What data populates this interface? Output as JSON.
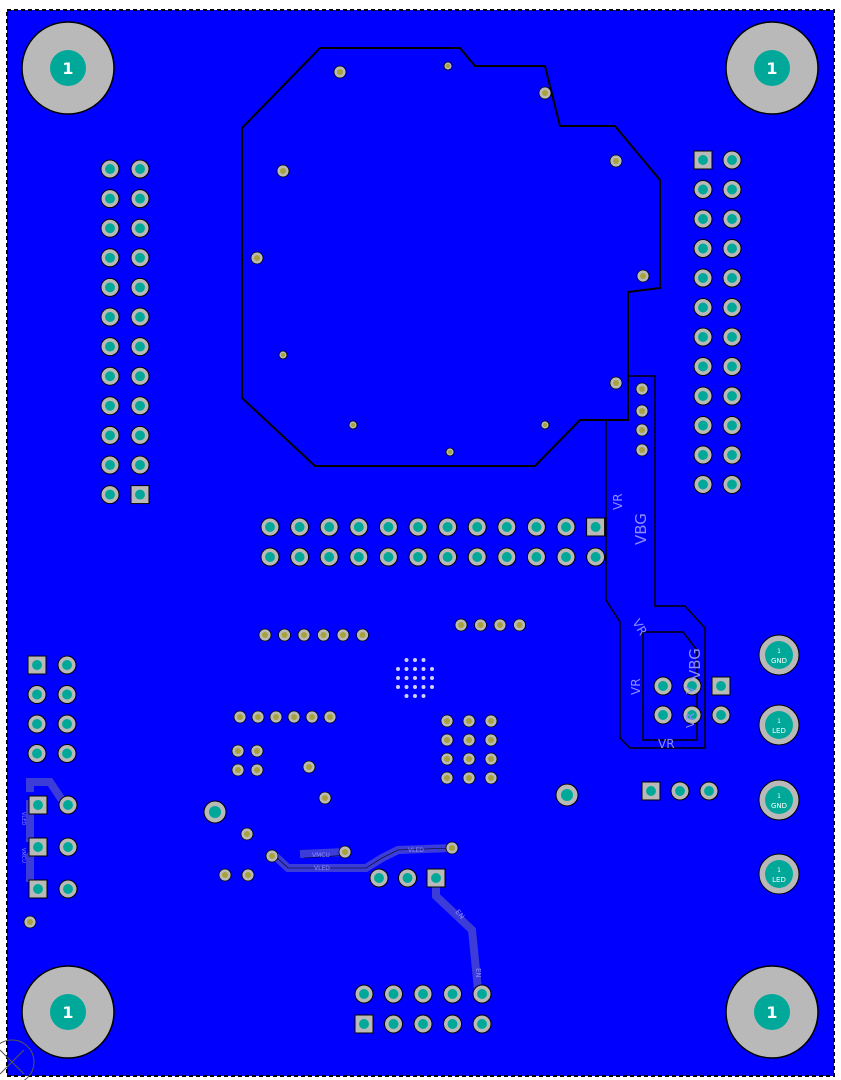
{
  "colors": {
    "copper_pour": "#0000ff",
    "outline": "#000000",
    "pad_ring": "#b9b9b9",
    "pad_center": "#00a89a",
    "via_ring": "#a8a23c",
    "trace": "#3c3cd8",
    "label": "#8d8dff",
    "background": "#ffffff"
  },
  "mounting_holes": {
    "label": "1"
  },
  "labels": {
    "vr": "VR",
    "vbg": "VBG",
    "vr2": "VR",
    "vbg2": "VBG",
    "vr3": "VR",
    "vr4": "VR",
    "vr5": "VR",
    "v_partial": "V",
    "en": "EN",
    "vled": "VLED",
    "vmcu": "VMCU",
    "vled2": "VLED"
  },
  "test_points": [
    {
      "top": "1",
      "bottom": "GND"
    },
    {
      "top": "1",
      "bottom": "LED"
    },
    {
      "top": "1",
      "bottom": "GND"
    },
    {
      "top": "1",
      "bottom": "LED"
    }
  ]
}
